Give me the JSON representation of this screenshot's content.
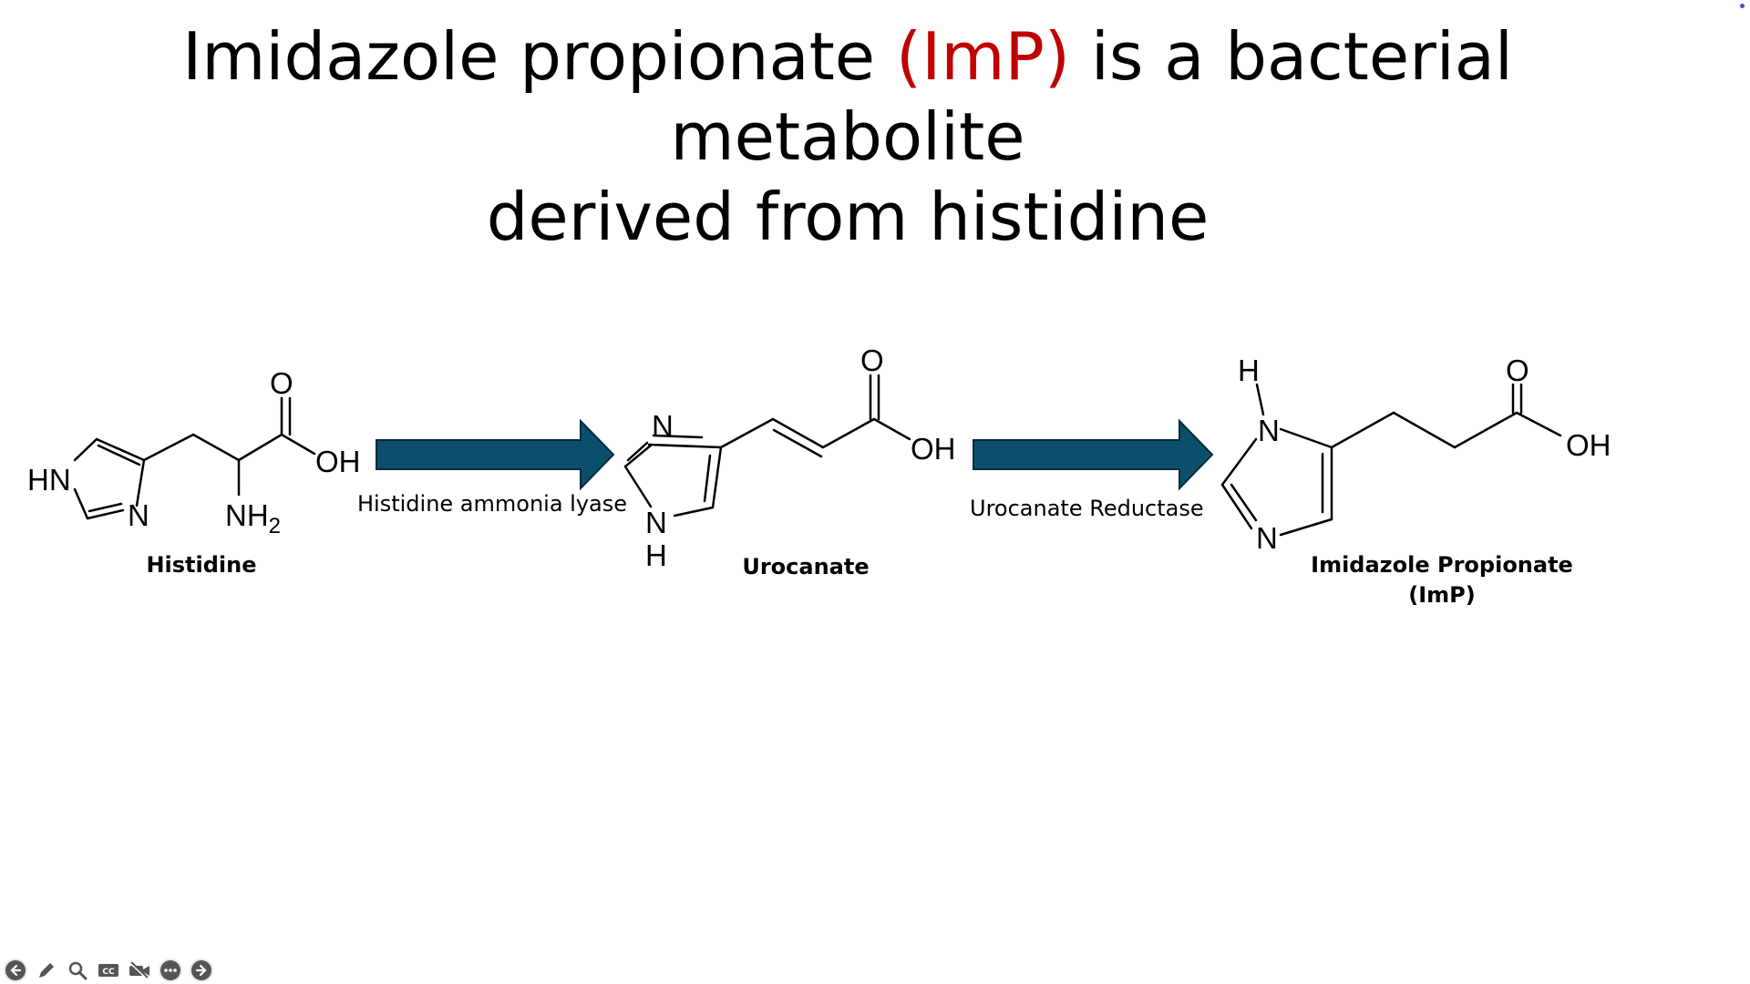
{
  "slide": {
    "title_part1": "Imidazole propionate ",
    "title_highlight": "(ImP)",
    "title_part2": " is a bacterial metabolite",
    "title_line2": "derived from histidine",
    "highlight_color": "#c00000"
  },
  "pathway": {
    "arrow_color": "#0b4f6c",
    "histidine": {
      "name": "Histidine",
      "atoms": {
        "hn": "HN",
        "n": "N",
        "o": "O",
        "oh": "OH",
        "nh": "NH",
        "nh_sub": "2"
      }
    },
    "step1": {
      "enzyme": "Histidine ammonia lyase"
    },
    "urocanate": {
      "name": "Urocanate",
      "atoms": {
        "n_top": "N",
        "n_bottom": "N",
        "h": "H",
        "o": "O",
        "oh": "OH"
      }
    },
    "step2": {
      "enzyme": "Urocanate Reductase"
    },
    "imp": {
      "name_line1": "Imidazole Propionate",
      "name_line2": "(ImP)",
      "atoms": {
        "h": "H",
        "n_top": "N",
        "n_bottom": "N",
        "o": "O",
        "oh": "OH"
      }
    }
  },
  "toolbar": {
    "icons": [
      "previous-icon",
      "pen-icon",
      "zoom-icon",
      "captions-icon",
      "camera-off-icon",
      "more-icon",
      "next-icon"
    ]
  }
}
